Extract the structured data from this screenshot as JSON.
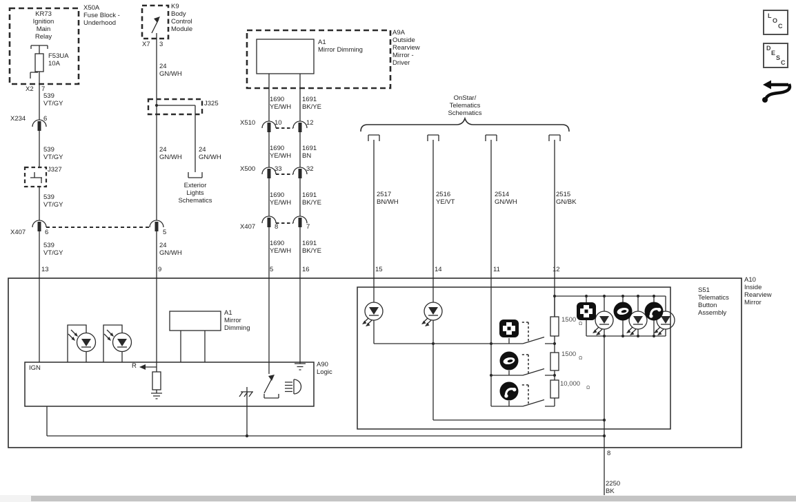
{
  "page": {
    "background": "#ffffff",
    "line_color": "#2a2a2a",
    "icon_fill": "#101010"
  },
  "sidebar_buttons": {
    "loc": [
      "L",
      "O",
      "C"
    ],
    "desc": [
      "D",
      "E",
      "S",
      "C"
    ]
  },
  "power": {
    "relay": "KR73\nIgnition\nMain\nRelay",
    "block": "X50A\nFuse Block -\nUnderhood",
    "fuse": "F53UA\n10A",
    "x2": "X2",
    "x2_pin": "7",
    "wire1": "539\nVT/GY",
    "x234": "X234",
    "x234_pin": "6",
    "wire2": "539\nVT/GY",
    "j327": "J327",
    "wire3": "539\nVT/GY",
    "x407": "X407",
    "x407_pin6": "6",
    "x407_pin5": "5",
    "wire4": "539\nVT/GY",
    "pin13": "13"
  },
  "bcm": {
    "name": "K9\nBody\nControl\nModule",
    "x7": "X7",
    "pin3": "3",
    "wire1": "24\nGN/WH",
    "j325": "J325",
    "wire2": "24\nGN/WH",
    "wire3": "24\nGN/WH",
    "ext_ref": "Exterior\nLights\nSchematics",
    "wire4": "24\nGN/WH",
    "pin9": "9"
  },
  "mirror": {
    "a1": "A1\nMirror Dimming",
    "a9a": "A9A\nOutside\nRearview\nMirror -\nDriver",
    "wl1": "1690\nYE/WH",
    "wr1": "1691\nBK/YE",
    "x510": "X510",
    "p10": "10",
    "p12": "12",
    "wl2": "1690\nYE/WH",
    "wr2": "1691\nBN",
    "x500": "X500",
    "p33": "33",
    "p32": "32",
    "wl3": "1690\nYE/WH",
    "wr3": "1691\nBK/YE",
    "x407": "X407",
    "p8": "8",
    "p7": "7",
    "wl4": "1690\nYE/WH",
    "wr4": "1691\nBK/YE",
    "p5": "5",
    "p16": "16"
  },
  "telematics": {
    "title": "OnStar/\nTelematics\nSchematics",
    "w2517": "2517\nBN/WH",
    "w2516": "2516\nYE/VT",
    "w2514": "2514\nGN/WH",
    "w2515": "2515\nGN/BK",
    "p15": "15",
    "p14": "14",
    "p11": "11",
    "p12": "12"
  },
  "assembly": {
    "a10": "A10\nInside\nRearview\nMirror",
    "s51": "S51\nTelematics\nButton\nAssembly",
    "ign": "IGN",
    "a1_inner": "A1\nMirror\nDimming",
    "r": "R",
    "a90": "A90\nLogic",
    "res1": "1500",
    "res2": "1500",
    "res3": "10,000",
    "ohm": "Ω",
    "pin8": "8",
    "w2250": "2250\nBK"
  }
}
